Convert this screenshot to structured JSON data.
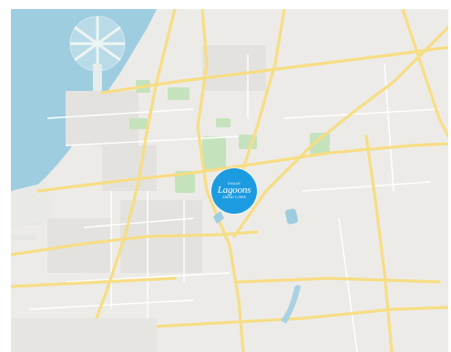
{
  "map": {
    "marker": {
      "brand_small": "Emaar",
      "brand_name": "Lagoons",
      "brand_script": "Dubai Creek",
      "color": "#1d9be0"
    },
    "colors": {
      "land": "#ecebe7",
      "sea": "#9ecde0",
      "park": "#c4e3bd",
      "major_road": "#f7dd84",
      "minor_road": "#ffffff",
      "water_body": "#9ecde0"
    }
  }
}
